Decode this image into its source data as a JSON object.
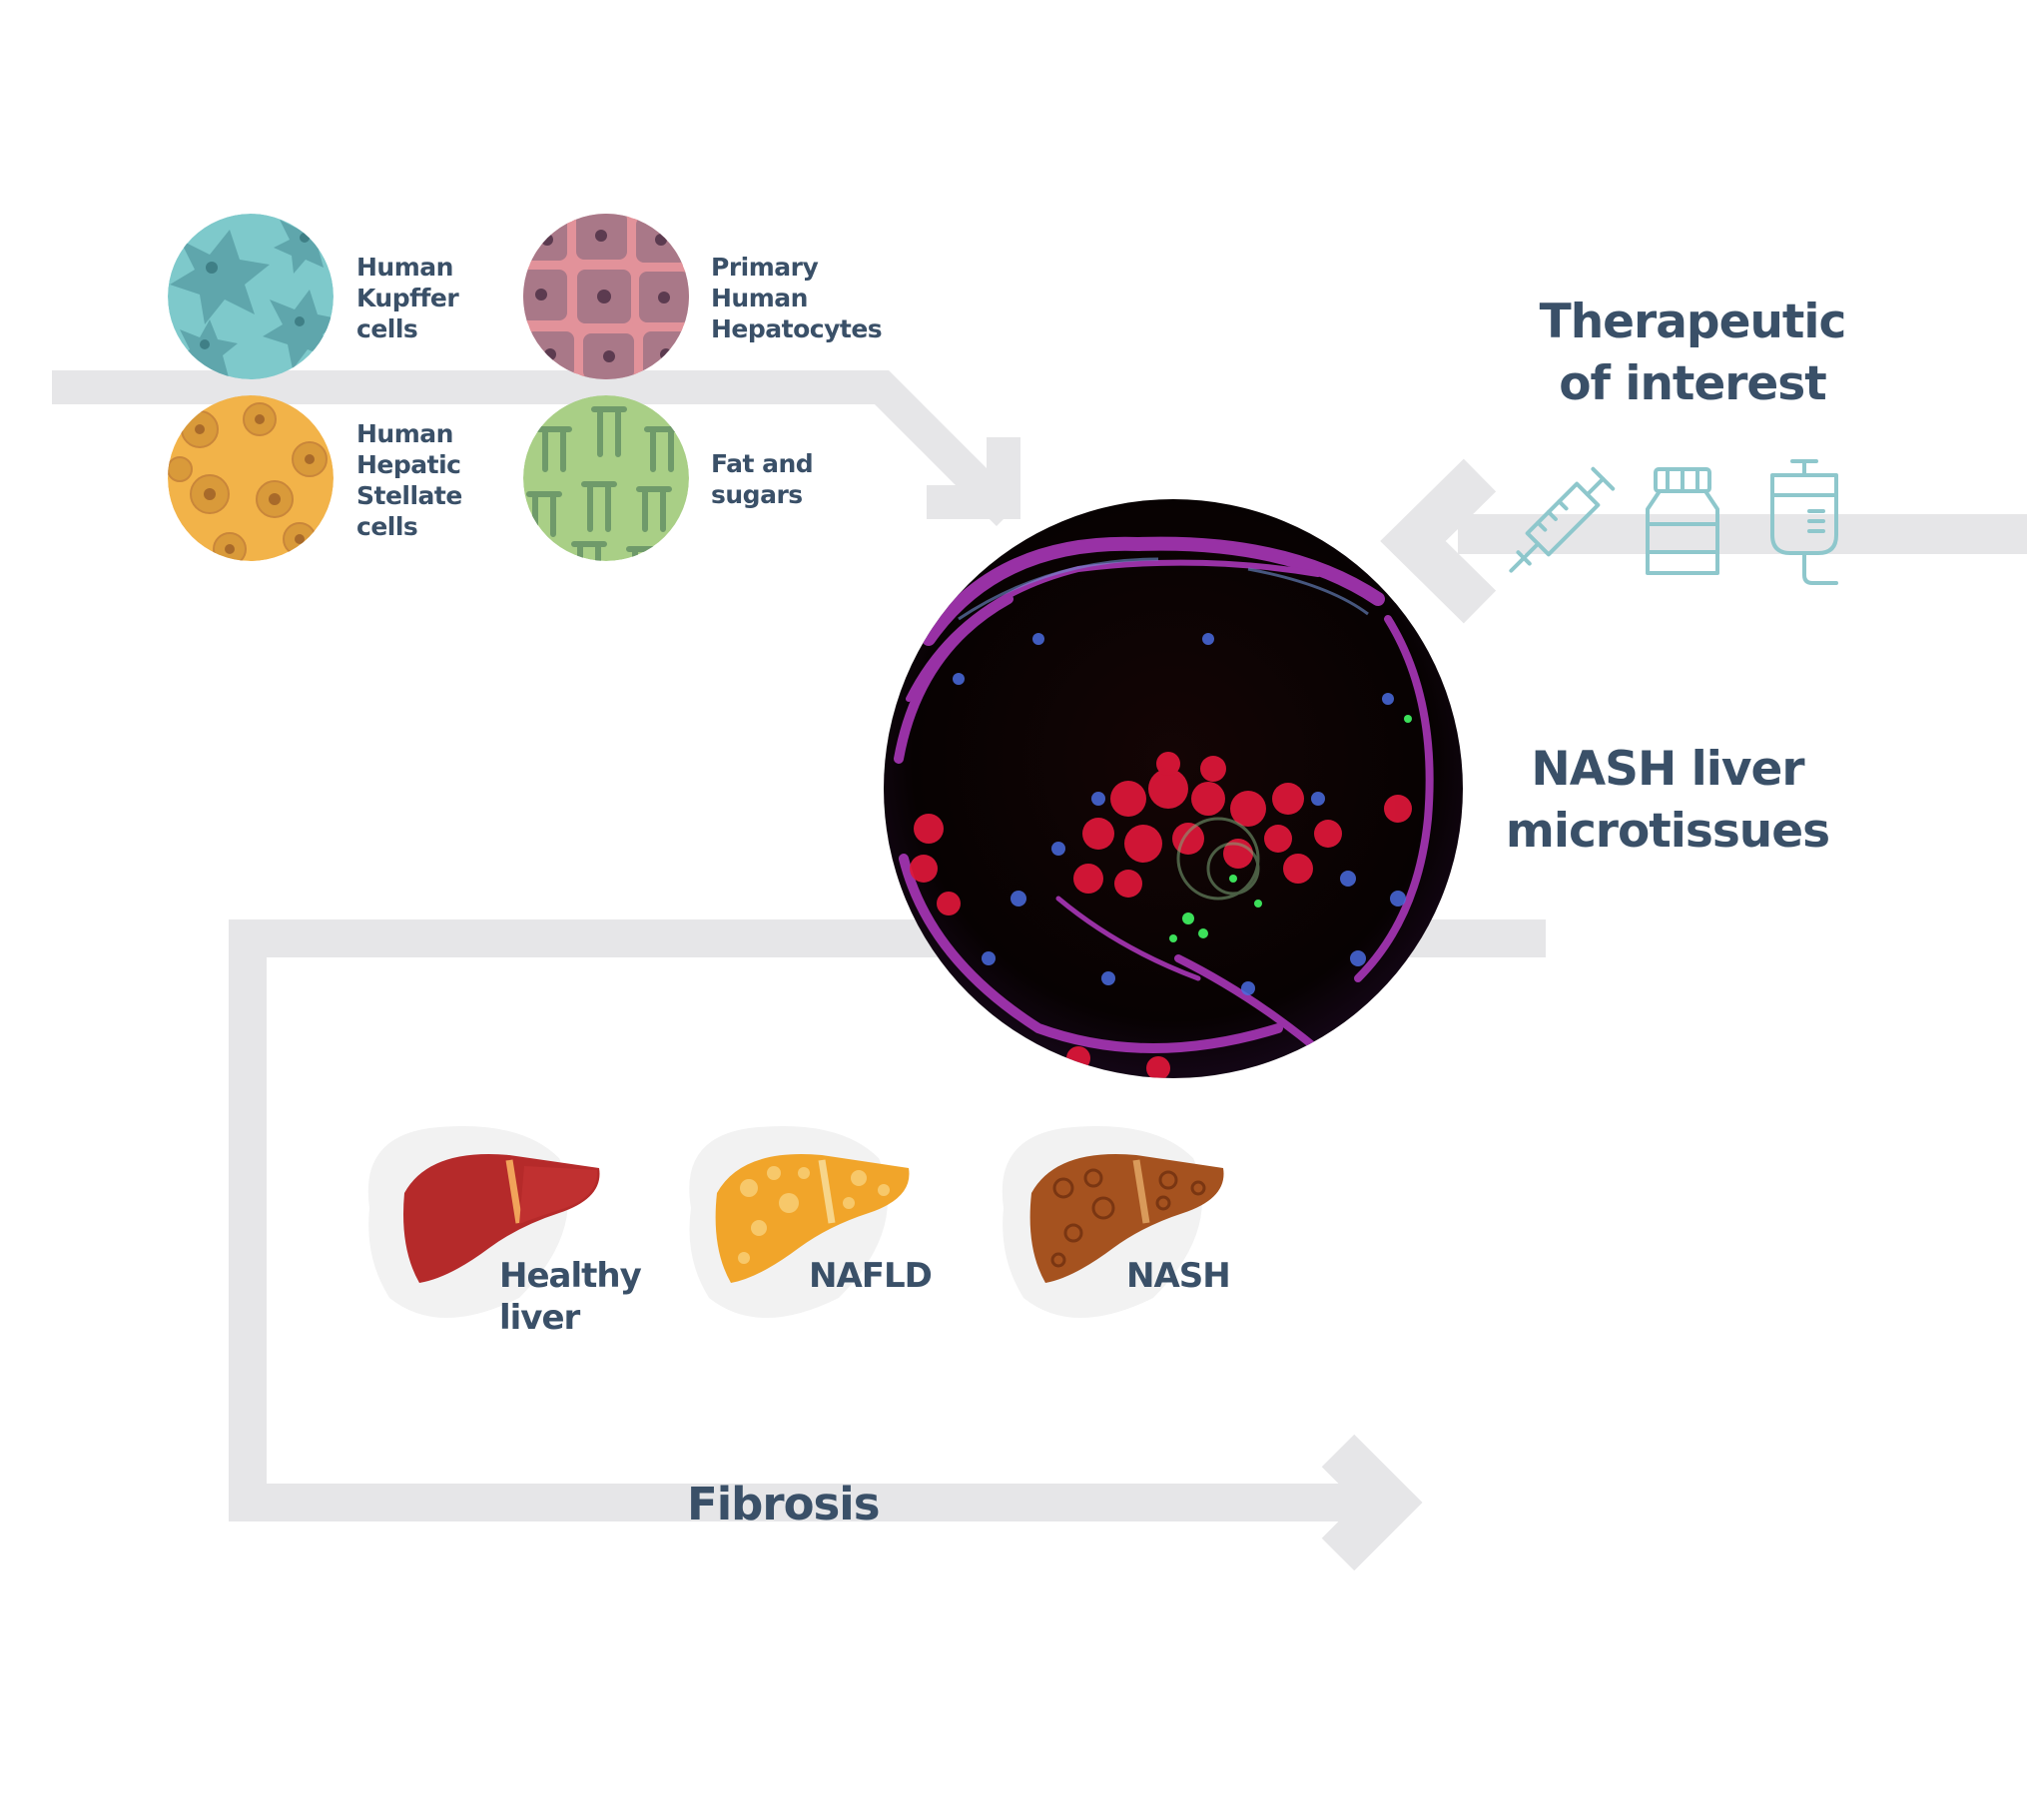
{
  "inputs": {
    "kupffer": [
      "Human",
      "Kupffer",
      "cells"
    ],
    "hepatocytes": [
      "Primary",
      "Human",
      "Hepatocytes"
    ],
    "stellate": [
      "Human",
      "Hepatic",
      "Stellate",
      "cells"
    ],
    "fat": [
      "Fat and",
      "sugars"
    ]
  },
  "therapeutic": [
    "Therapeutic",
    "of interest"
  ],
  "microtissue": [
    "NASH liver",
    "microtissues"
  ],
  "stages": {
    "healthy": [
      "Healthy",
      "liver"
    ],
    "nafld": "NAFLD",
    "nash": "NASH"
  },
  "fibrosis": "Fibrosis",
  "icons": [
    "syringe-icon",
    "medicine-bottle-icon",
    "iv-bag-icon"
  ],
  "colors": {
    "text": "#3a5068",
    "arrow": "#e6e6e8",
    "icon": "#8ec7cc",
    "kupffer": "#7ec9cb",
    "hepatocytes": "#e2929a",
    "stellate": "#f2b349",
    "fat": "#a9cf86",
    "healthy_liver": "#b52a2a",
    "nafld_liver": "#f1a52a",
    "nash_liver": "#a5521f"
  }
}
